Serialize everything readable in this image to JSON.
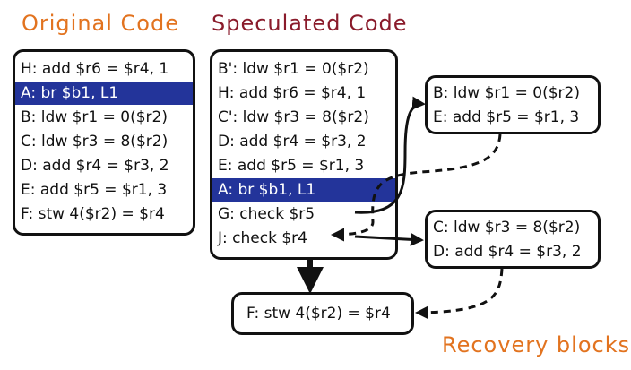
{
  "titles": {
    "original": "Original Code",
    "speculated": "Speculated Code",
    "recovery": "Recovery blocks"
  },
  "colors": {
    "original_title": "#e2731f",
    "speculated_title": "#8a1b2b",
    "recovery_title": "#e2731f",
    "highlight": "#23349a"
  },
  "original_code": [
    "H: add $r6 = $r4, 1",
    "A: br $b1, L1",
    "B: ldw $r1 = 0($r2)",
    "C: ldw $r3 = 8($r2)",
    "D: add $r4 = $r3, 2",
    "E: add $r5 = $r1, 3",
    "F: stw 4($r2) = $r4"
  ],
  "speculated_code": [
    "B': ldw $r1 = 0($r2)",
    "H: add $r6 = $r4, 1",
    "C': ldw $r3 = 8($r2)",
    "D: add $r4 = $r3, 2",
    "E: add $r5 = $r1, 3",
    "A: br $b1, L1",
    "G: check $r5",
    "J: check $r4"
  ],
  "recovery_block_1": [
    "B: ldw $r1 = 0($r2)",
    "E: add $r5 = $r1, 3"
  ],
  "recovery_block_2": [
    "C: ldw $r3 = 8($r2)",
    "D: add $r4 = $r3, 2"
  ],
  "final_block": "F: stw 4($r2) = $r4"
}
